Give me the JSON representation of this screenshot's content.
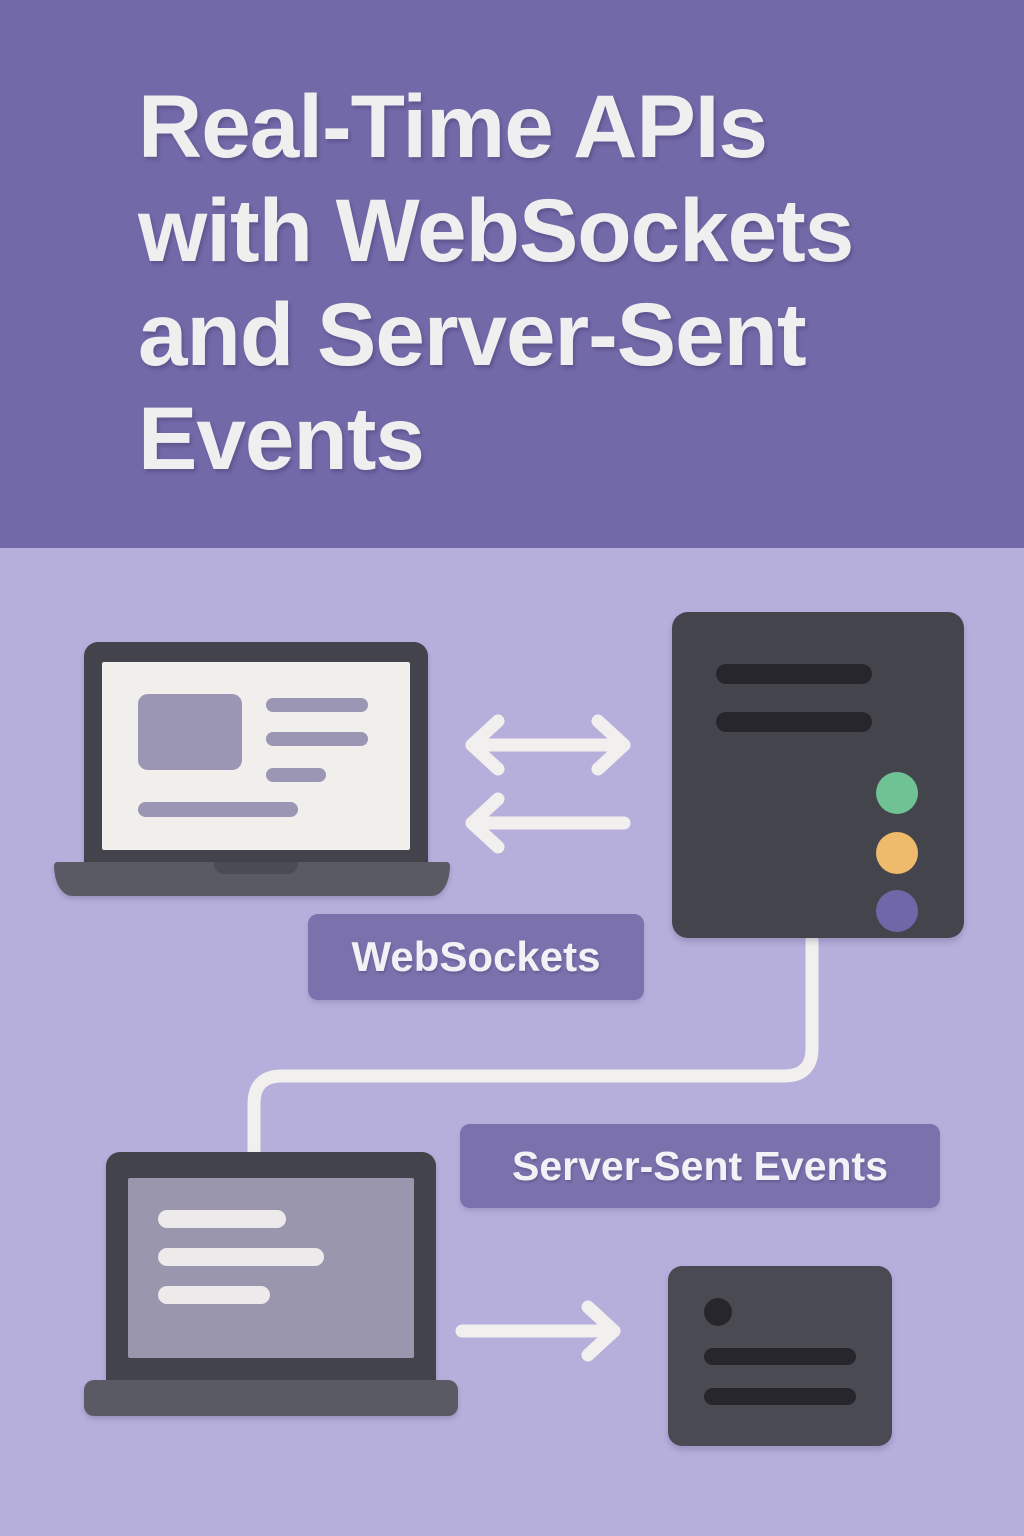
{
  "page": {
    "background_color": "#b6aedb"
  },
  "header": {
    "background_color": "#7269a8",
    "text_color": "#f0eff0",
    "title": "Real-Time APIs\nwith WebSockets\nand Server-Sent\nEvents",
    "title_lines": [
      "Real-Time APIs",
      "with WebSockets",
      "and Server-Sent",
      "Events"
    ]
  },
  "diagram": {
    "badges": [
      {
        "id": "websockets",
        "label": "WebSockets",
        "color": "#7a71ad",
        "text_color": "#f2f1f5"
      },
      {
        "id": "server_sent_events",
        "label": "Server-Sent Events",
        "color": "#7a71ad",
        "text_color": "#f2f1f5"
      }
    ],
    "nodes": [
      {
        "id": "client_laptop_top",
        "type": "laptop",
        "screen_color": "#f0efec",
        "bezel_color": "#43434b",
        "base_color": "#5a5a64",
        "content_color": "#9a96b4",
        "content": {
          "thumbnail": true,
          "text_bars": 4
        }
      },
      {
        "id": "server",
        "type": "server",
        "body_color": "#44444c",
        "bar_color": "#26262c",
        "bars": 2,
        "status_dots": [
          {
            "name": "status-dot-green",
            "color": "#6ec294"
          },
          {
            "name": "status-dot-amber",
            "color": "#eeba6b"
          },
          {
            "name": "status-dot-purple",
            "color": "#6f68a8"
          }
        ]
      },
      {
        "id": "client_laptop_bottom",
        "type": "laptop",
        "screen_color": "#9a96ae",
        "bezel_color": "#43434b",
        "base_color": "#5a5a64",
        "content_color": "#eceaea",
        "content": {
          "thumbnail": false,
          "text_bars": 3
        }
      },
      {
        "id": "event_consumer_device",
        "type": "device",
        "body_color": "#4a4a52",
        "bar_color": "#26262c",
        "bars": 2,
        "indicator_dot_color": "#26262c"
      }
    ],
    "connectors": [
      {
        "id": "ws_bidirectional_arrow",
        "kind": "arrow",
        "direction": "both",
        "color": "#f1f0ee"
      },
      {
        "id": "ws_response_arrow",
        "kind": "arrow",
        "direction": "left",
        "color": "#f1f0ee"
      },
      {
        "id": "sse_stream_line",
        "kind": "elbow-line",
        "color": "#f1f0ee"
      },
      {
        "id": "sse_delivery_arrow",
        "kind": "arrow",
        "direction": "right",
        "color": "#f1f0ee"
      }
    ]
  }
}
